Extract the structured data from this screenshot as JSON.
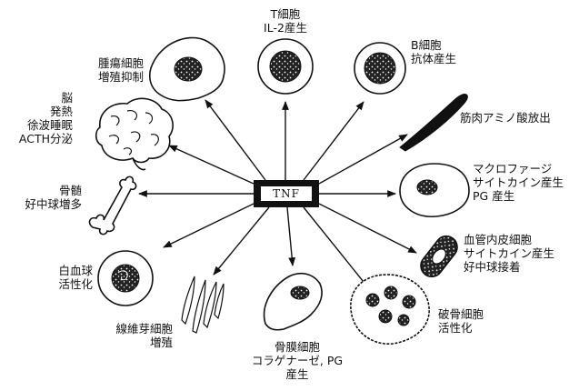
{
  "center": {
    "label": "TNF"
  },
  "targets": {
    "t_cell": [
      "T細胞",
      "IL-2産生"
    ],
    "b_cell": [
      "B細胞",
      "抗体産生"
    ],
    "muscle": [
      "筋肉アミノ酸放出"
    ],
    "macrophage": [
      "マクロファージ",
      "サイトカイン産生",
      "PG 産生"
    ],
    "endothelium": [
      "血管内皮細胞",
      "サイトカイン産生",
      "好中球接着"
    ],
    "osteoclast": [
      "破骨細胞",
      "活性化"
    ],
    "periosteum": [
      "骨膜細胞",
      "コラゲナーゼ, PG",
      "産生"
    ],
    "fibroblast": [
      "線維芽細胞",
      "増殖"
    ],
    "leukocyte": [
      "白血球",
      "活性化"
    ],
    "bone_marrow": [
      "骨髄",
      "好中球増多"
    ],
    "brain": [
      "脳",
      "発熱",
      "徐波睡眠",
      "ACTH分泌"
    ],
    "tumor": [
      "腫瘍細胞",
      "増殖抑制"
    ]
  },
  "colors": {
    "ink": "#111111",
    "paper": "#ffffff"
  },
  "icons": [
    "lymphocyte-icon",
    "muscle-fiber-icon",
    "macrophage-icon",
    "endothelial-cell-icon",
    "osteoclast-icon",
    "periosteal-cell-icon",
    "fibroblast-icon",
    "leukocyte-icon",
    "bone-icon",
    "brain-icon",
    "tumor-cell-icon"
  ]
}
